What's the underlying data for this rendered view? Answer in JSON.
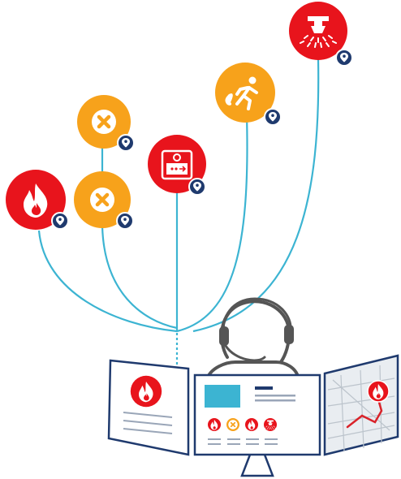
{
  "colors": {
    "red": "#e8141c",
    "orange": "#f7a21b",
    "line_blue": "#3cb4d2",
    "navy": "#1f3a6e",
    "grey": "#555555",
    "map_route": "#d9232a"
  },
  "status_icons": [
    {
      "id": "fire",
      "icon": "flame-icon",
      "color": "red"
    },
    {
      "id": "fault-1",
      "icon": "x-circle-icon",
      "color": "orange"
    },
    {
      "id": "fault-2",
      "icon": "x-circle-icon",
      "color": "orange"
    },
    {
      "id": "call-point",
      "icon": "manual-call-point-icon",
      "color": "red"
    },
    {
      "id": "evacuation",
      "icon": "running-person-icon",
      "color": "orange"
    },
    {
      "id": "sprinkler",
      "icon": "sprinkler-icon",
      "color": "red"
    }
  ],
  "operator": {
    "icon": "operator-headset-icon"
  },
  "screens": {
    "left": {
      "icon": "flame-icon"
    },
    "center": {
      "icons": [
        "flame-icon",
        "x-circle-icon",
        "flame-icon",
        "sprinkler-icon"
      ]
    },
    "right": {
      "icon": "map-fire-pin-icon"
    }
  }
}
